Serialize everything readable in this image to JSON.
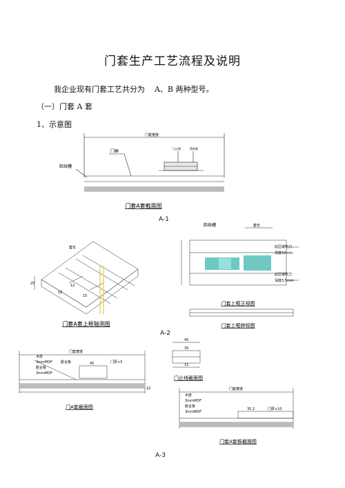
{
  "title": "门套生产工艺流程及说明",
  "intro": "我企业现有门套工艺共分为    A、B 两种型号。",
  "section": "（一）门套 A 套",
  "subsection": "1、示意图",
  "fig1": {
    "width_label": "门套宽度",
    "frame_label": "门框",
    "stop_label": "门止线",
    "seal_label": "密封条",
    "groove_label": "脸线槽",
    "caption": "门套A套截面图",
    "label": "A-1"
  },
  "fig2": {
    "caption_left": "门套A套上框轴测图",
    "groove_label": "脸线槽",
    "width_label": "套长",
    "note1": "此区域吃刀",
    "note1b": "深度10mm",
    "note2": "此区域吃刀",
    "note2b": "深度3.5mm",
    "caption_right1": "门套上框正视图",
    "caption_right2": "门套上框俯视图",
    "dim_12": "12",
    "dim_18": "18",
    "dim_25": "25",
    "dim_15": "15",
    "label": "A-2"
  },
  "fig3": {
    "width_label": "门套宽度",
    "veneer": "木皮",
    "mdf": "3mmMDF",
    "plywood": "胶合板",
    "mdf2": "3mmMDF",
    "door_thick": "门厚+5",
    "dim_45": "45",
    "dim_22": "22",
    "caption_left": "门A套截面图",
    "dim_top": "45",
    "dim_mid": "35",
    "dim_bot": "15",
    "caption_mid": "门止线截面图",
    "width_label2": "门套宽度",
    "veneer2": "木皮",
    "mdf3": "3mmMDF",
    "plywood2": "胶合板",
    "mdf4": "3mmMDF",
    "dim_352": "35.2",
    "door_thick2": "门厚+10",
    "caption_right": "门套A套板截面图",
    "label": "A-3"
  }
}
